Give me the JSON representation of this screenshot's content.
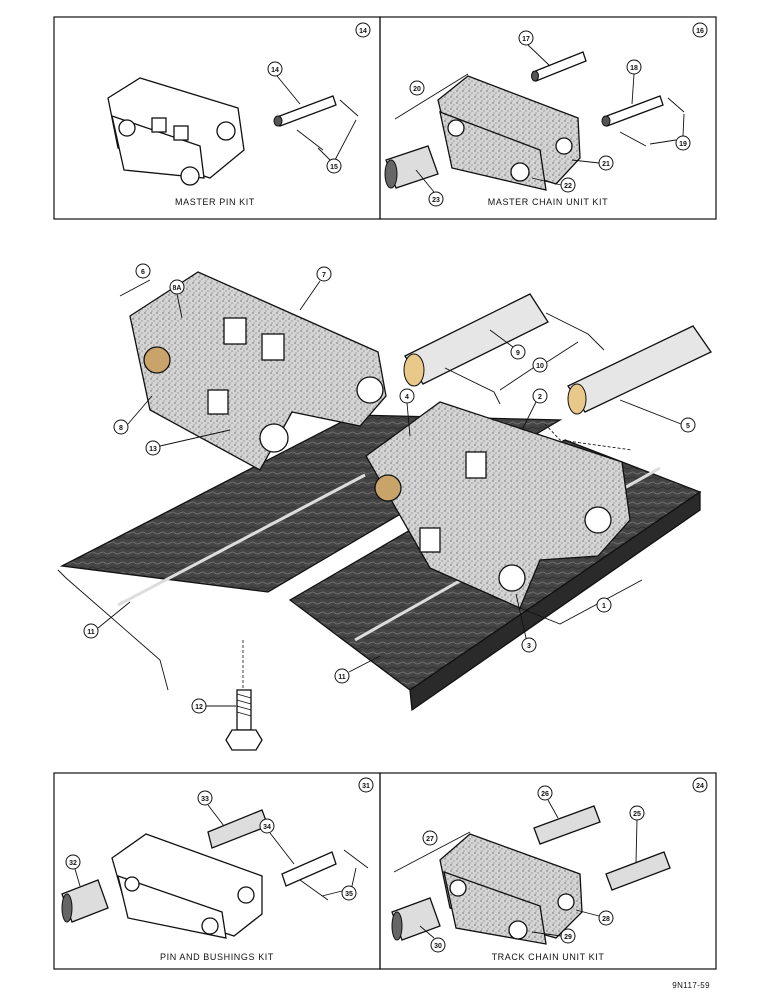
{
  "diagram": {
    "panels": [
      {
        "id": "master-pin-kit",
        "title": "MASTER PIN KIT",
        "number": "14"
      },
      {
        "id": "master-chain-unit-kit",
        "title": "MASTER CHAIN UNIT KIT",
        "number": "16"
      },
      {
        "id": "pin-and-bushings-kit",
        "title": "PIN AND BUSHINGS KIT",
        "number": "31"
      },
      {
        "id": "track-chain-unit-kit",
        "title": "TRACK CHAIN UNIT KIT",
        "number": "24"
      }
    ],
    "callouts": {
      "c1": "1",
      "c2": "2",
      "c3": "3",
      "c4": "4",
      "c5": "5",
      "c6": "6",
      "c7": "7",
      "c8": "8",
      "c8a": "8A",
      "c9": "9",
      "c10": "10",
      "c11a": "11",
      "c11b": "11",
      "c12": "12",
      "c13": "13",
      "c14": "14",
      "c15": "15",
      "c17": "17",
      "c18": "18",
      "c19": "19",
      "c20": "20",
      "c21": "21",
      "c22": "22",
      "c23": "23",
      "c25": "25",
      "c26": "26",
      "c27": "27",
      "c28": "28",
      "c29": "29",
      "c30": "30",
      "c33": "33",
      "c34": "34",
      "c35": "35",
      "c32": "32"
    },
    "figure_id": "9N117-59"
  },
  "colors": {
    "ink": "#111111",
    "metal": "#c9c9c9",
    "plate": "#3f3f3f",
    "paper": "#ffffff"
  }
}
